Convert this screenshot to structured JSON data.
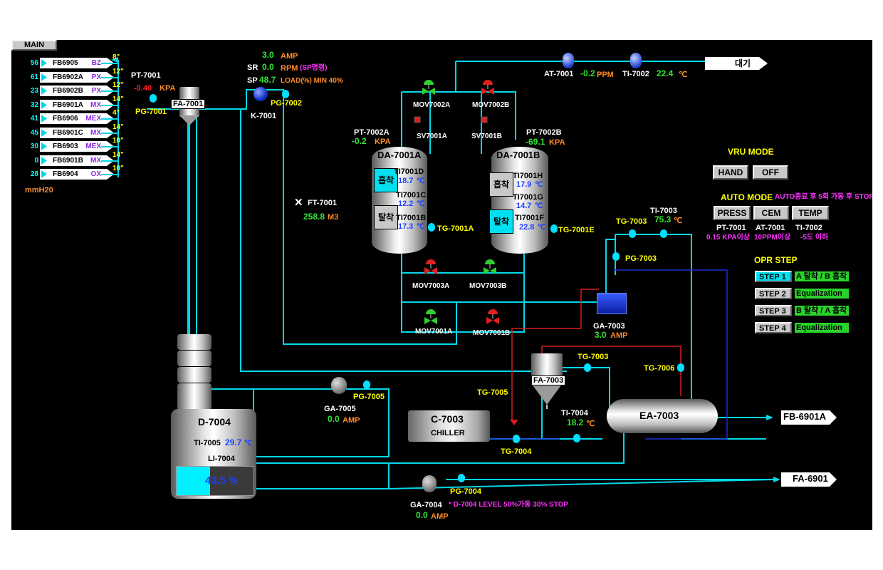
{
  "main_tab": "MAIN",
  "unit_label": "mmH20",
  "feed_lines": [
    {
      "value": "56",
      "tag": "FB6905",
      "type": "BZ",
      "size": "8\""
    },
    {
      "value": "61",
      "tag": "FB6902A",
      "type": "PX",
      "size": "12\""
    },
    {
      "value": "23",
      "tag": "FB6902B",
      "type": "PX",
      "size": "12\""
    },
    {
      "value": "32",
      "tag": "FB6901A",
      "type": "MX",
      "size": "14\""
    },
    {
      "value": "41",
      "tag": "FB6906",
      "type": "MEX",
      "size": "4\""
    },
    {
      "value": "45",
      "tag": "FB6901C",
      "type": "MX",
      "size": "14\""
    },
    {
      "value": "30",
      "tag": "FB6903",
      "type": "MEX",
      "size": "10\""
    },
    {
      "value": "0",
      "tag": "FB6901B",
      "type": "MX",
      "size": "14\""
    },
    {
      "value": "28",
      "tag": "FB6904",
      "type": "OX",
      "size": "10\""
    }
  ],
  "pt7001": {
    "tag": "PT-7001",
    "value": "-0.40",
    "unit": "KPA"
  },
  "pg7001": "PG-7001",
  "fa7001": "FA-7001",
  "k7001": {
    "tag": "K-7001",
    "amp": "3.0",
    "amp_unit": "AMP",
    "sr_label": "SR",
    "sr": "0.0",
    "rpm_unit": "RPM",
    "sp_note": "(SP명령)",
    "sp_label": "SP",
    "sp": "48.7",
    "load_note": "LOAD(%) MIN 40%"
  },
  "pg7002": "PG-7002",
  "ft7001": {
    "tag": "FT-7001",
    "value": "258.8",
    "unit": "M3"
  },
  "at7001": {
    "tag": "AT-7001",
    "value": "-0.2",
    "unit": "PPM"
  },
  "ti7002": {
    "tag": "TI-7002",
    "value": "22.4",
    "unit": "℃"
  },
  "vent_label": "대기",
  "mov7002a": "MOV7002A",
  "mov7002b": "MOV7002B",
  "sv7001a": "SV7001A",
  "sv7001b": "SV7001B",
  "pt7002a": {
    "tag": "PT-7002A",
    "value": "-0.2",
    "unit": "KPA"
  },
  "pt7002b": {
    "tag": "PT-7002B",
    "value": "-69.1",
    "unit": "KPA"
  },
  "da7001a": {
    "tag": "DA-7001A",
    "state_top": "흡착",
    "state_bot": "탈착",
    "ti_d": "TI7001D",
    "ti_d_val": "18.7",
    "ti_c": "TI7001C",
    "ti_c_val": "12.2",
    "ti_b": "TI7001B",
    "ti_b_val": "17.3",
    "unit": "℃"
  },
  "da7001b": {
    "tag": "DA-7001B",
    "state_top": "흡착",
    "state_bot": "탈착",
    "ti_h": "TI7001H",
    "ti_h_val": "17.9",
    "ti_g": "TI7001G",
    "ti_g_val": "14.7",
    "ti_f": "TI7001F",
    "ti_f_val": "22.8",
    "unit": "℃"
  },
  "tg7001a": "TG-7001A",
  "tg7001e": "TG-7001E",
  "mov7003a": "MOV7003A",
  "mov7003b": "MOV7003B",
  "mov7001a": "MOV7001A",
  "mov7001b": "MOV7001B",
  "ga7003": {
    "tag": "GA-7003",
    "value": "3.0",
    "unit": "AMP"
  },
  "tg7003_top": "TG-7003",
  "ti7003": {
    "tag": "TI-7003",
    "value": "75.3",
    "unit": "℃"
  },
  "pg7003": "PG-7003",
  "vru": {
    "title": "VRU MODE",
    "hand": "HAND",
    "off": "OFF",
    "auto_title": "AUTO MODE",
    "auto_note": "AUTO종료 후 5회 가동 후 STOP",
    "press": "PRESS",
    "cem": "CEM",
    "temp": "TEMP",
    "press_tag": "PT-7001",
    "cem_tag": "AT-7001",
    "temp_tag": "TI-7002",
    "press_cond": "0.15 KPA이상",
    "cem_cond": "10PPM이상",
    "temp_cond": "-5도 이하"
  },
  "opr": {
    "title": "OPR STEP",
    "steps": [
      {
        "label": "STEP 1",
        "desc": "A 탈착 / B 흡착"
      },
      {
        "label": "STEP 2",
        "desc": "Equalization"
      },
      {
        "label": "STEP 3",
        "desc": "B 탈착 / A 흡착"
      },
      {
        "label": "STEP 4",
        "desc": "Equalization"
      }
    ]
  },
  "fa7003": "FA-7003",
  "tg7003_mid": "TG-7003",
  "tg7006": "TG-7006",
  "tg7005": "TG-7005",
  "c7003": {
    "tag": "C-7003",
    "sub": "CHILLER"
  },
  "tg7004": "TG-7004",
  "ti7004": {
    "tag": "TI-7004",
    "value": "18.2",
    "unit": "℃"
  },
  "ea7003": "EA-7003",
  "out_fb": "FB-6901A",
  "out_fa": "FA-6901",
  "ga7005": {
    "tag": "GA-7005",
    "value": "0.0",
    "unit": "AMP"
  },
  "pg7005": "PG-7005",
  "d7004": {
    "tag": "D-7004",
    "ti_tag": "TI-7005",
    "ti_val": "29.7",
    "ti_unit": "℃",
    "li_tag": "LI-7004",
    "level": "43.5 %",
    "level_value": 43.5
  },
  "ga7004": {
    "tag": "GA-7004",
    "value": "0.0",
    "unit": "AMP"
  },
  "pg7004": "PG-7004",
  "ga7004_note": "* D-7004 LEVEL 50%가동 30% STOP",
  "colors": {
    "pipe": "#00e0f0",
    "value_green": "#32e632",
    "tag_yellow": "#ffff00",
    "unit_orange": "#ff8c2a",
    "bg": "#000000"
  }
}
